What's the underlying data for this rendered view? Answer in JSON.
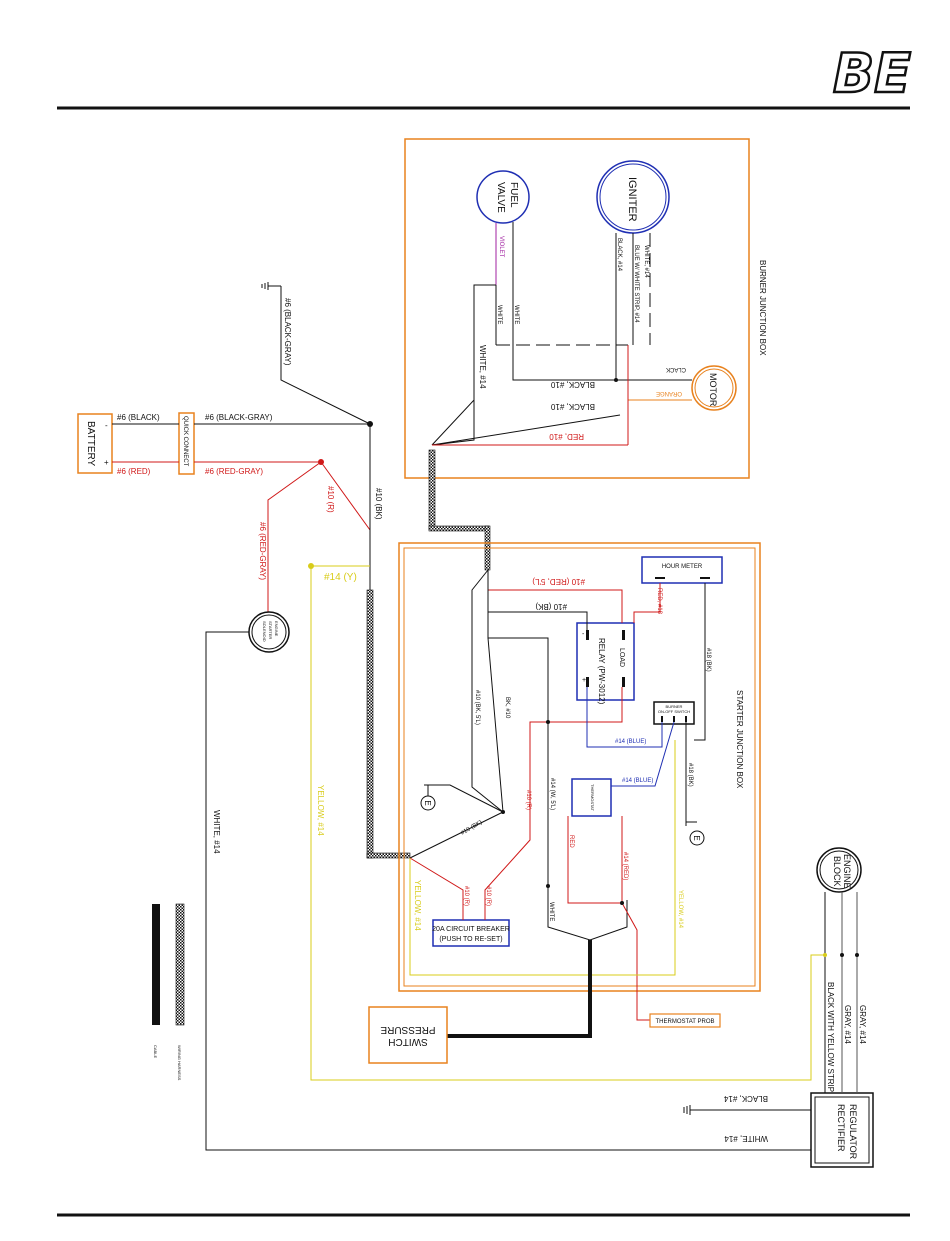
{
  "header": {
    "logo_text": "BE"
  },
  "colors": {
    "orange": "#e8821e",
    "blue": "#1f2fb3",
    "red": "#d01818",
    "yellow": "#d8cc1a",
    "violet": "#a020a0",
    "black": "#111111",
    "gray": "#555555"
  },
  "boxes": {
    "burner": "BURNER JUNCTION BOX",
    "starter": "STARTER JUNCTION BOX"
  },
  "components": {
    "fuel_valve": [
      "FUEL",
      "VALVE"
    ],
    "igniter": "IGNITER",
    "motor": "MOTOR",
    "battery": "BATTERY",
    "battery_minus": "-",
    "battery_plus": "+",
    "quick_connect": "QUICK CONNECT",
    "solenoid": [
      "ENGINE",
      "STARTER",
      "SOLENOID"
    ],
    "hour_meter": "HOUR METER",
    "relay": "RELAY (PW-3012)",
    "relay_load": "LOAD",
    "relay_minus": "-",
    "relay_plus": "+",
    "burner_switch": [
      "BURNER",
      "ON-OFF SWITCH"
    ],
    "thermostat": "THERMOSTAT",
    "circuit_breaker": [
      "20A CIRCUIT BREAKER",
      "(PUSH TO RE-SET)"
    ],
    "pressure_switch": [
      "PRESSURE",
      "SWITCH"
    ],
    "thermostat_probe": "THERMOSTAT PROB",
    "engine_block": [
      "ENGINE",
      "BLOCK"
    ],
    "regulator": [
      "REGULATOR",
      "RECTIFIER"
    ],
    "ground_e": "E"
  },
  "wires": {
    "violet": "VIOLET",
    "white_fv": "WHITE",
    "white_top": "WHITE",
    "black14": "BLACK, #14",
    "white14_ig": "WHITE, #14",
    "blue_strip": "BLUE W/ WHITE STRIP, #14",
    "clack": "CLACK",
    "orange": "ORANGE",
    "white14_bj": "WHITE, #14",
    "black10a": "BLACK, #10",
    "black10b": "BLACK, #10",
    "red10": "RED, #10",
    "bk_gray_vert": "#6 (BLACK-GRAY)",
    "bk_top": "#6 (BLACK)",
    "bk_gray_top": "#6 (BLACK-GRAY)",
    "red_bat": "#6 (RED)",
    "red_gray": "#6 (RED-GRAY)",
    "red_gray_vert": "#6 (RED-GRAY)",
    "r10_vert": "#10 (R)",
    "bk10_vert": "#10 (BK)",
    "y14": "#14 (Y)",
    "red10_5l": "#10 (RED, 5'L)",
    "red18": "RED, #18",
    "bk10_relay": "#10 (BK)",
    "bk10_5l": "#10 (BK, 5'L)",
    "bk10_b": "BK, #10",
    "bk18": "#18 (BK)",
    "blue14": "#14 (BLUE)",
    "blue14b": "#14 (BLUE)",
    "bk18b": "#18 (BK)",
    "bk10_c": "#10 (BK)",
    "r10_c": "#10 (R)",
    "w14_5l": "#14 (W, 5'L)",
    "red_th": "RED",
    "red14": "#14 (RED)",
    "r10_cb1": "#10 (R)",
    "r10_cb2": "#10 (R)",
    "white_cb": "WHITE",
    "yellow14_a": "YELLOW, #14",
    "yellow14_b": "YELLOW, #14",
    "yellow14_c": "YELLOW, #14",
    "white14_long": "WHITE, #14",
    "gray14a": "GRAY, #14",
    "gray14b": "GRAY, #14",
    "black_yellow": "BLACK WITH YELLOW STRIP",
    "black14_reg": "BLACK, #14",
    "white14_reg": "WHITE, #14"
  },
  "legend": {
    "harness": "WIRING HARNESS",
    "cable": "CABLE"
  }
}
